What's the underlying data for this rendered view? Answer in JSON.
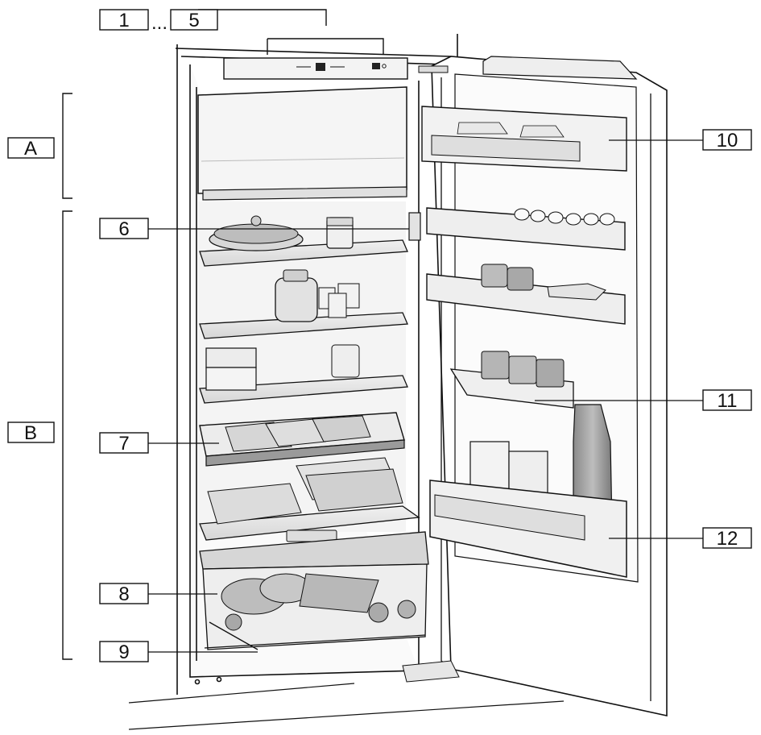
{
  "diagram": {
    "callouts": [
      {
        "id": "1",
        "label": "1"
      },
      {
        "id": "ellipsis",
        "label": "..."
      },
      {
        "id": "5",
        "label": "5"
      },
      {
        "id": "A",
        "label": "A"
      },
      {
        "id": "B",
        "label": "B"
      },
      {
        "id": "6",
        "label": "6"
      },
      {
        "id": "7",
        "label": "7"
      },
      {
        "id": "8",
        "label": "8"
      },
      {
        "id": "9",
        "label": "9"
      },
      {
        "id": "10",
        "label": "10"
      },
      {
        "id": "11",
        "label": "11"
      },
      {
        "id": "12",
        "label": "12"
      }
    ],
    "colors": {
      "line": "#111111",
      "shelf_glass": "#e6e6e6",
      "interior": "#f4f4f4",
      "food": "#cfcfcf",
      "door": "#ffffff"
    }
  }
}
